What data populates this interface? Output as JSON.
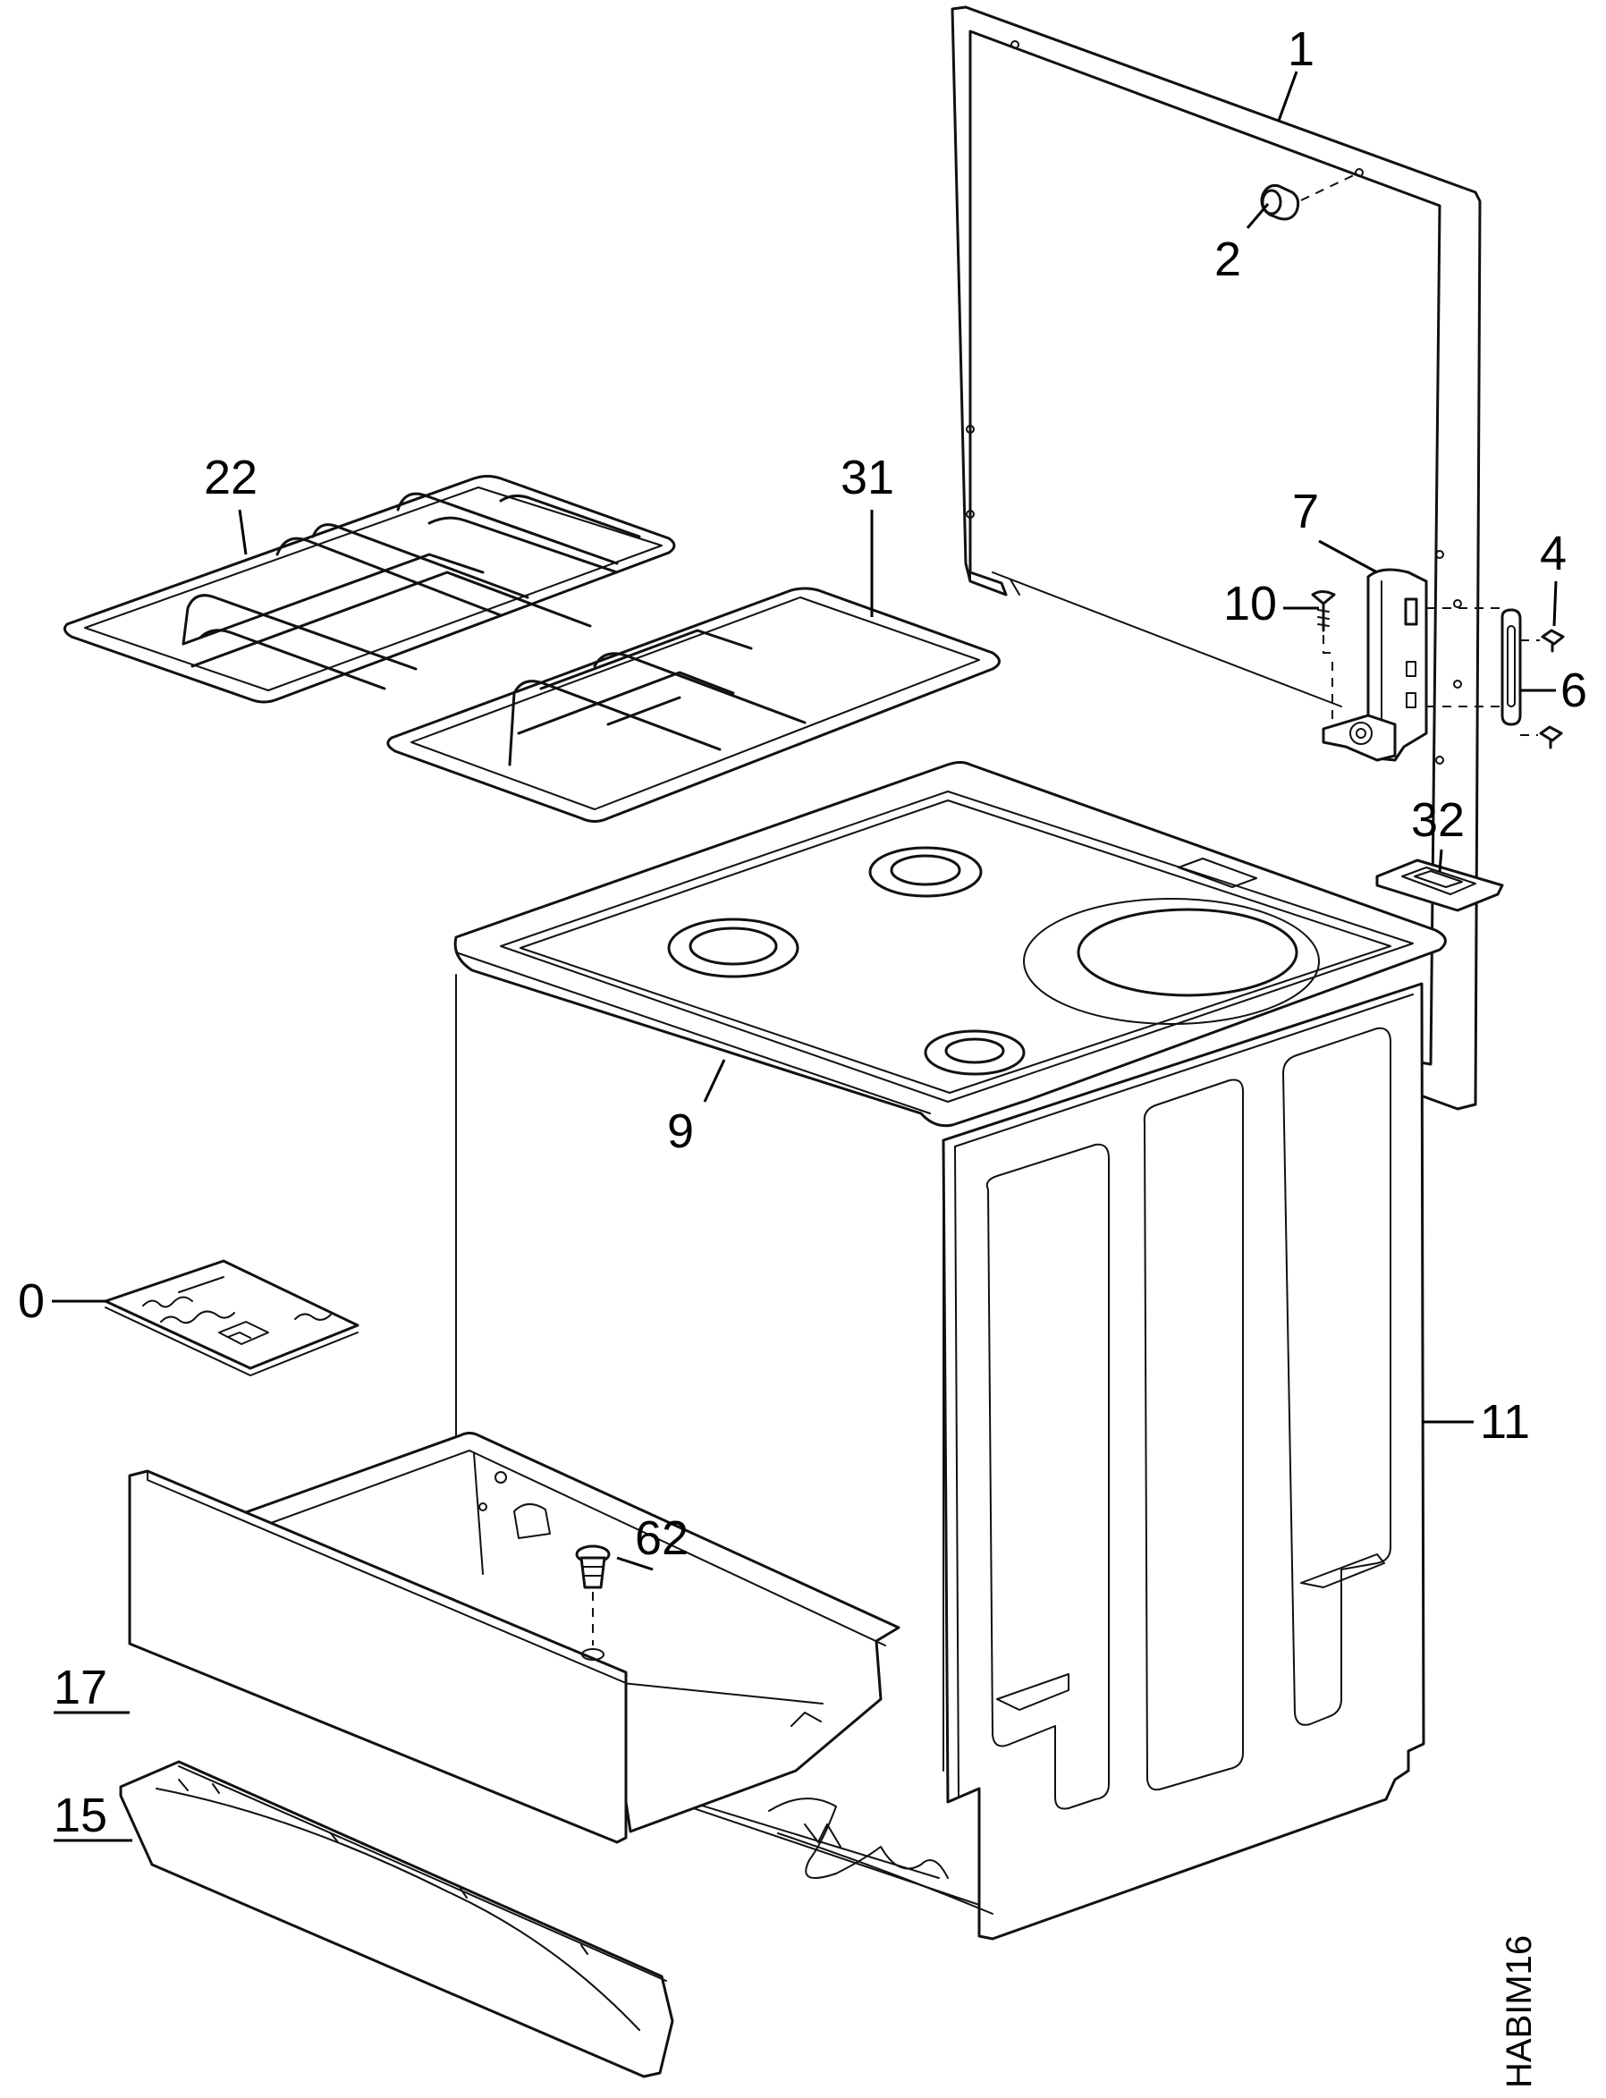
{
  "diagram": {
    "type": "exploded-parts-view",
    "drawing_code": "HABIM16",
    "parts": [
      {
        "id": "p1",
        "label": "1"
      },
      {
        "id": "p2",
        "label": "2"
      },
      {
        "id": "p4",
        "label": "4"
      },
      {
        "id": "p6",
        "label": "6"
      },
      {
        "id": "p7",
        "label": "7"
      },
      {
        "id": "p10",
        "label": "10"
      },
      {
        "id": "p22",
        "label": "22"
      },
      {
        "id": "p31",
        "label": "31"
      },
      {
        "id": "p32",
        "label": "32"
      },
      {
        "id": "p9",
        "label": "9"
      },
      {
        "id": "p0",
        "label": "0"
      },
      {
        "id": "p11",
        "label": "11"
      },
      {
        "id": "p62",
        "label": "62"
      },
      {
        "id": "p17",
        "label": "17"
      },
      {
        "id": "p15",
        "label": "15"
      }
    ]
  }
}
